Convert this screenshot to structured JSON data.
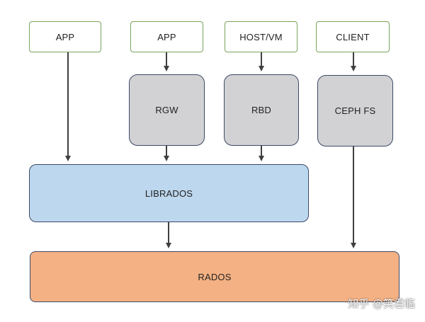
{
  "top_row": {
    "app1": "APP",
    "app2": "APP",
    "host_vm": "HOST/VM",
    "client": "CLIENT"
  },
  "gateways": {
    "rgw": "RGW",
    "rbd": "RBD",
    "cephfs": "CEPH FS"
  },
  "librados": "LIBRADOS",
  "rados": "RADOS",
  "watermark": "知乎 @笑君临",
  "colors": {
    "top_box_border": "#7aa35a",
    "gateway_fill": "#d2d2d4",
    "librados_fill": "#bdd7ee",
    "rados_fill": "#f4b183",
    "box_border": "#3c4a66",
    "arrow": "#404040"
  }
}
